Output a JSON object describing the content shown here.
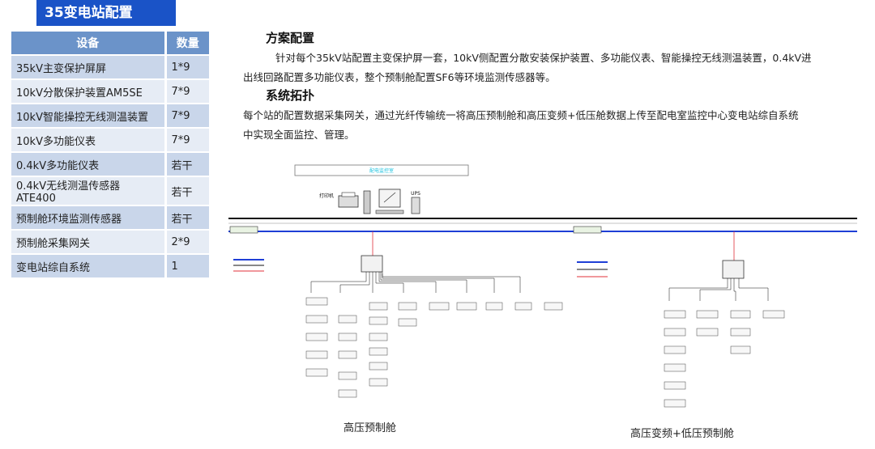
{
  "title": "35变电站配置",
  "table": {
    "headers": [
      "设备",
      "数量"
    ],
    "rows": [
      {
        "name": "35kV主变保护屏屏",
        "qty": "1*9"
      },
      {
        "name": "10kV分散保护装置AM5SE",
        "qty": "7*9"
      },
      {
        "name": "10kV智能操控无线测温装置",
        "qty": "7*9"
      },
      {
        "name": "10kV多功能仪表",
        "qty": "7*9"
      },
      {
        "name": "0.4kV多功能仪表",
        "qty": "若干"
      },
      {
        "name": "0.4kV无线测温传感器ATE400",
        "qty": "若干"
      },
      {
        "name": "预制舱环境监测传感器",
        "qty": "若干"
      },
      {
        "name": "预制舱采集网关",
        "qty": "2*9"
      },
      {
        "name": "变电站综自系统",
        "qty": "1"
      }
    ]
  },
  "plan": {
    "heading": "方案配置",
    "text1": "针对每个35kV站配置主变保护屏一套，10kV侧配置分散安装保护装置、多功能仪表、智能操控无线测温装置，0.4kV进",
    "text2": "出线回路配置多功能仪表，整个预制舱配置SF6等环境监测传感器等。"
  },
  "topology": {
    "heading": "系统拓扑",
    "text1": "每个站的配置数据采集网关，通过光纤传输统一将高压预制舱和高压变频+低压舱数据上传至配电室监控中心变电站综自系统",
    "text2": "中实现全面监控、管理。"
  },
  "diagram": {
    "center_label": "配电监控室",
    "printer_label": "打印机",
    "ups_label": "UPS",
    "caption_left": "高压预制舱",
    "caption_right": "高压变频+低压预制舱",
    "colors": {
      "bus": "#111111",
      "fiber_blue": "#1f3fd6",
      "red": "#e0303a",
      "cyan": "#22c4e0"
    }
  }
}
